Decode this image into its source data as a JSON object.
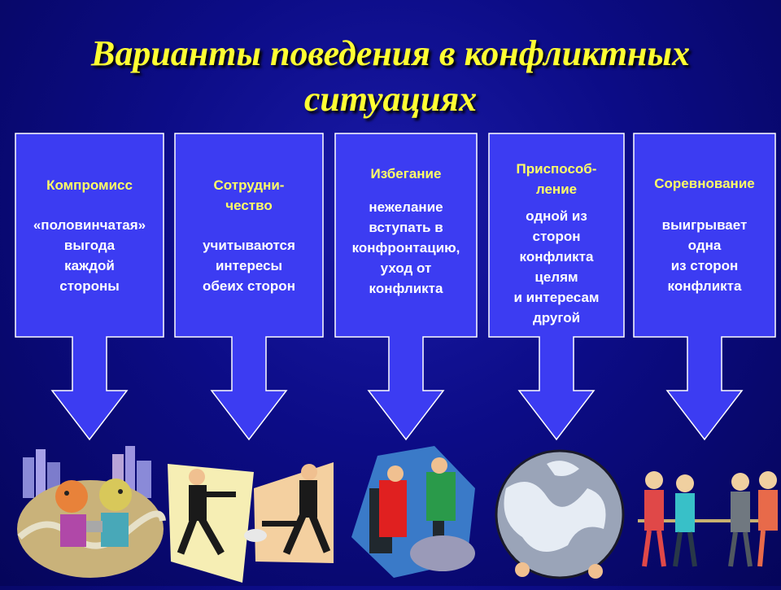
{
  "title": {
    "line1": "Варианты поведения в конфликтных",
    "line2": "ситуациях"
  },
  "colors": {
    "card_fill": "#3c3cf2",
    "card_border": "#ffffff",
    "heading": "#ffff66",
    "body_text": "#ffffff",
    "title": "#ffff33"
  },
  "cards": [
    {
      "heading": [
        "Компромисс"
      ],
      "body": [
        "«половинчатая»",
        "выгода",
        "каждой",
        "стороны"
      ]
    },
    {
      "heading": [
        "Сотрудни-",
        "чество"
      ],
      "body": [
        "учитываются",
        "интересы",
        "обеих сторон"
      ]
    },
    {
      "heading": [
        "Избегание"
      ],
      "body": [
        "нежелание",
        "вступать в",
        "конфронтацию,",
        "уход от",
        "конфликта"
      ]
    },
    {
      "heading": [
        "Приспособ-",
        "ление"
      ],
      "body": [
        "одной из",
        "сторон",
        "конфликта",
        "целям",
        "и интересам",
        "другой"
      ]
    },
    {
      "heading": [
        "Соревнование"
      ],
      "body": [
        "выигрывает",
        "одна",
        "из сторон",
        "конфликта"
      ]
    }
  ],
  "illustrations": [
    "compromise-clipart",
    "cooperation-clipart",
    "avoidance-clipart",
    "adaptation-clipart",
    "competition-clipart"
  ]
}
